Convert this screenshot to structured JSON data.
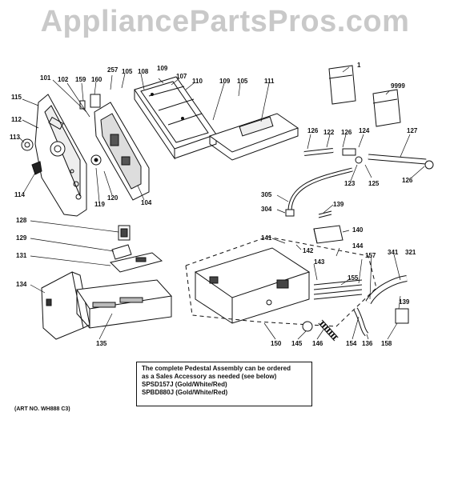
{
  "watermark": "AppliancePartsPros.com",
  "callouts": {
    "c1": "1",
    "c9999": "9999",
    "c257": "257",
    "c105a": "105",
    "c108": "108",
    "c109a": "109",
    "c107": "107",
    "c101": "101",
    "c102": "102",
    "c159": "159",
    "c160": "160",
    "c110": "110",
    "c109b": "109",
    "c105b": "105",
    "c111": "111",
    "c115": "115",
    "c112": "112",
    "c113": "113",
    "c114": "114",
    "c119": "119",
    "c120": "120",
    "c104": "104",
    "c126a": "126",
    "c122": "122",
    "c126b": "126",
    "c124": "124",
    "c127": "127",
    "c123": "123",
    "c125": "125",
    "c126c": "126",
    "c305": "305",
    "c304": "304",
    "c139a": "139",
    "c140": "140",
    "c128": "128",
    "c129": "129",
    "c131": "131",
    "c134": "134",
    "c135": "135",
    "c141": "141",
    "c142": "142",
    "c143": "143",
    "c144": "144",
    "c157": "157",
    "c155": "155",
    "c341": "341",
    "c321": "321",
    "c139b": "139",
    "c150": "150",
    "c145": "145",
    "c146": "146",
    "c154": "154",
    "c136": "136",
    "c158": "158"
  },
  "note": {
    "line1": "The complete Pedestal Assembly can be ordered",
    "line2": "as a Sales Accessory as needed (see below)",
    "line3": "SPSD157J (Gold/White/Red)",
    "line4": "SPBD880J (Gold/White/Red)"
  },
  "art_number": "(ART NO. WH888 C3)"
}
